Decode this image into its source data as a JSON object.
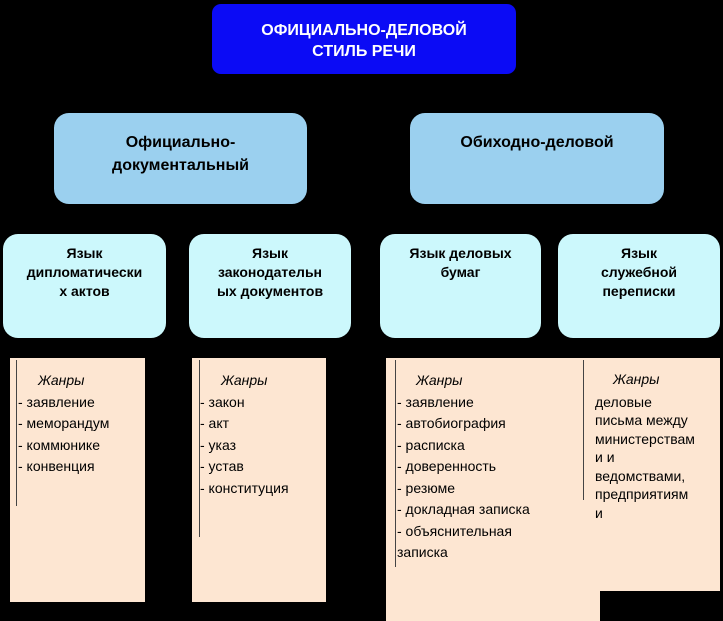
{
  "title": {
    "line1": "ОФИЦИАЛЬНО-ДЕЛОВОЙ",
    "line2": "СТИЛЬ РЕЧИ"
  },
  "level1": [
    {
      "line1": "Официально-",
      "line2": "документальный"
    },
    {
      "line1": "Обиходно-деловой"
    }
  ],
  "level2": [
    {
      "line1": "Язык",
      "line2": "дипломатически",
      "line3": "х актов"
    },
    {
      "line1": "Язык",
      "line2": "законодательн",
      "line3": "ых документов"
    },
    {
      "line1": "Язык деловых",
      "line2": "бумаг"
    },
    {
      "line1": "Язык",
      "line2": "служебной",
      "line3": "переписки"
    }
  ],
  "panels": [
    {
      "header": "Жанры",
      "items": [
        "- заявление",
        "- меморандум",
        "- коммюнике",
        "- конвенция"
      ]
    },
    {
      "header": "Жанры",
      "items": [
        "- закон",
        "- акт",
        "- указ",
        "- устав",
        "- конституция"
      ]
    },
    {
      "header": "Жанры",
      "items": [
        "- заявление",
        "- автобиография",
        "- расписка",
        "- доверенность",
        "- резюме",
        "- докладная записка",
        "- объяснительная",
        "записка"
      ]
    },
    {
      "header": "Жанры",
      "items": [
        "деловые",
        "письма между",
        "министерствам",
        "и и",
        "ведомствами,",
        "предприятиям",
        "и"
      ]
    }
  ]
}
